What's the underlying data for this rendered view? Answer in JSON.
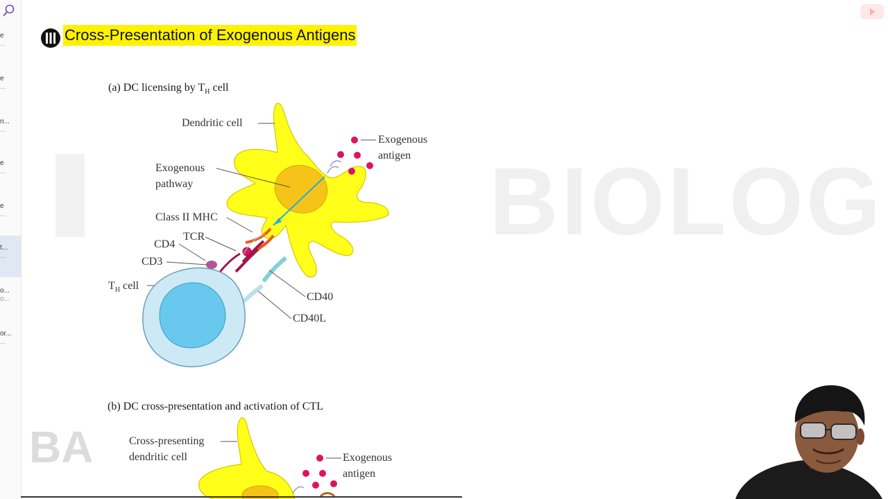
{
  "slide": {
    "title": "Cross-Presentation of Exogenous Antigens"
  },
  "rail": {
    "items": [
      {
        "label": "e",
        "sub": "..."
      },
      {
        "label": "e",
        "sub": "..."
      },
      {
        "label": "n...",
        "sub": "..."
      },
      {
        "label": "e",
        "sub": "..."
      },
      {
        "label": "e",
        "sub": "..."
      },
      {
        "label": "t...",
        "sub": "...",
        "active": true
      },
      {
        "label": "o...",
        "sub": "o..."
      },
      {
        "label": "or...",
        "sub": "..."
      }
    ]
  },
  "figure": {
    "panel_a": {
      "caption_prefix": "(a)  DC licensing by T",
      "caption_sub": "H",
      "caption_suffix": " cell",
      "labels": {
        "dendritic_cell": "Dendritic cell",
        "exogenous_antigen_1": "Exogenous",
        "exogenous_antigen_2": "antigen",
        "exogenous_pathway_1": "Exogenous",
        "exogenous_pathway_2": "pathway",
        "class_ii_mhc": "Class II MHC",
        "tcr": "TCR",
        "cd4": "CD4",
        "cd3": "CD3",
        "th_cell_prefix": "T",
        "th_cell_sub": "H",
        "th_cell_suffix": " cell",
        "cd40": "CD40",
        "cd40l": "CD40L"
      }
    },
    "panel_b": {
      "caption": "(b)  DC cross-presentation and activation of CTL",
      "labels": {
        "cross_presenting_1": "Cross-presenting",
        "cross_presenting_2": "dendritic cell",
        "exogenous_antigen_1": "Exogenous",
        "exogenous_antigen_2": "antigen"
      }
    }
  },
  "watermark": {
    "main": "BIOLOG",
    "corner": "BA"
  },
  "colors": {
    "highlight": "#fff200",
    "dendritic_cell": "#ffff1a",
    "antigen": "#e0115f",
    "t_cell": "#cde9f5",
    "t_cell_nucleus": "#69c8ee"
  }
}
